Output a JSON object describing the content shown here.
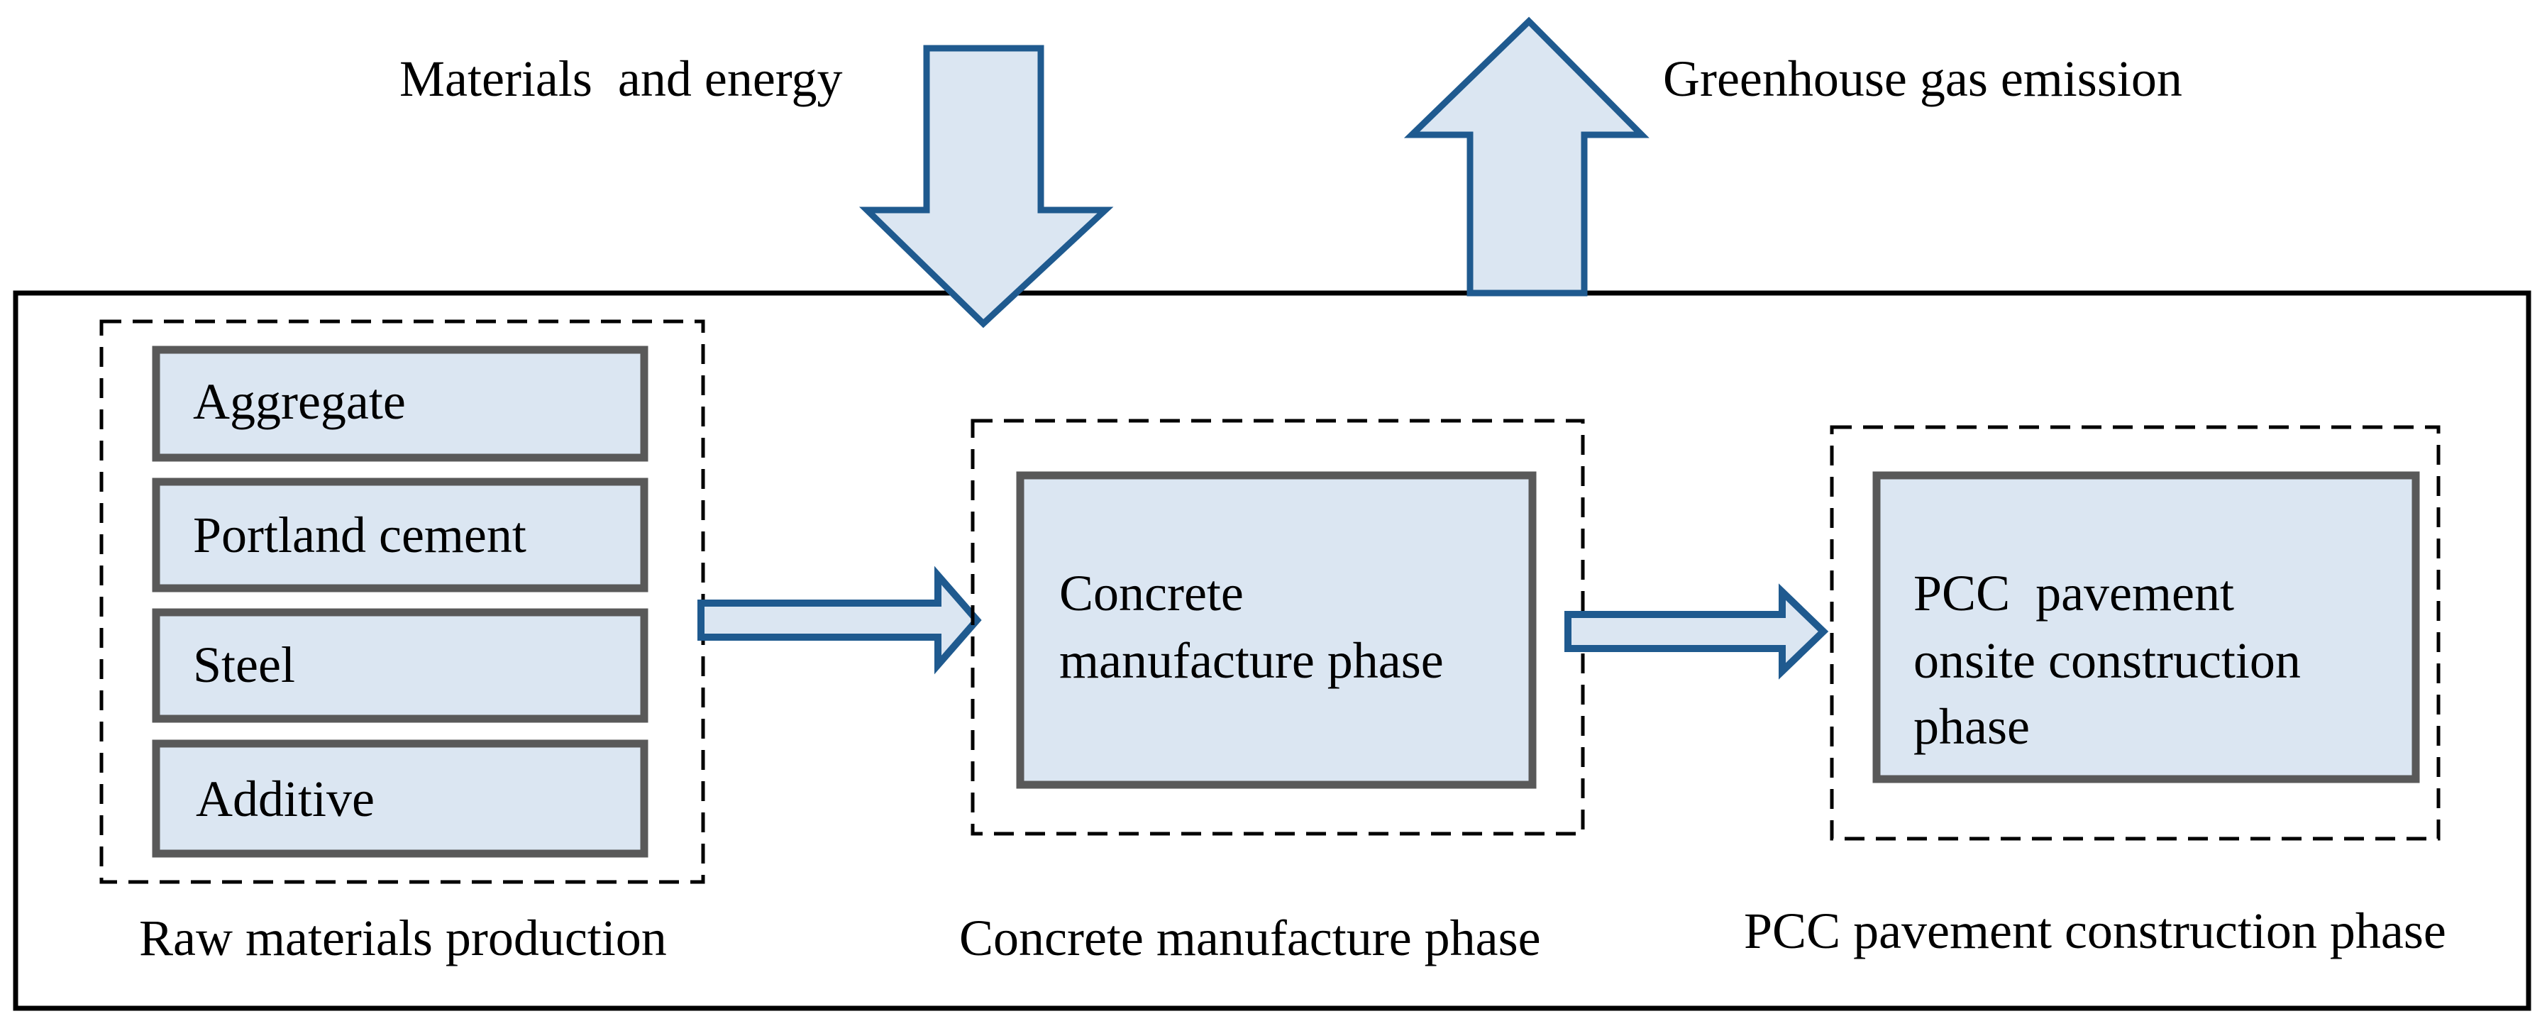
{
  "inputs_label": "Materials  and energy",
  "outputs_label": "Greenhouse gas emission",
  "raw_materials": {
    "caption": "Raw materials production",
    "items": [
      "Aggregate",
      "Portland cement",
      "Steel",
      "Additive"
    ]
  },
  "concrete_phase": {
    "caption": "Concrete manufacture phase",
    "box_lines": [
      "Concrete",
      "manufacture phase"
    ]
  },
  "pcc_phase": {
    "caption": "PCC pavement construction phase",
    "box_lines": [
      "PCC  pavement",
      "onsite construction",
      "phase"
    ]
  },
  "colors": {
    "box_fill": "#dbe6f2",
    "box_border": "#595959",
    "arrow_stroke": "#1f5a8f",
    "outline": "#000000"
  }
}
